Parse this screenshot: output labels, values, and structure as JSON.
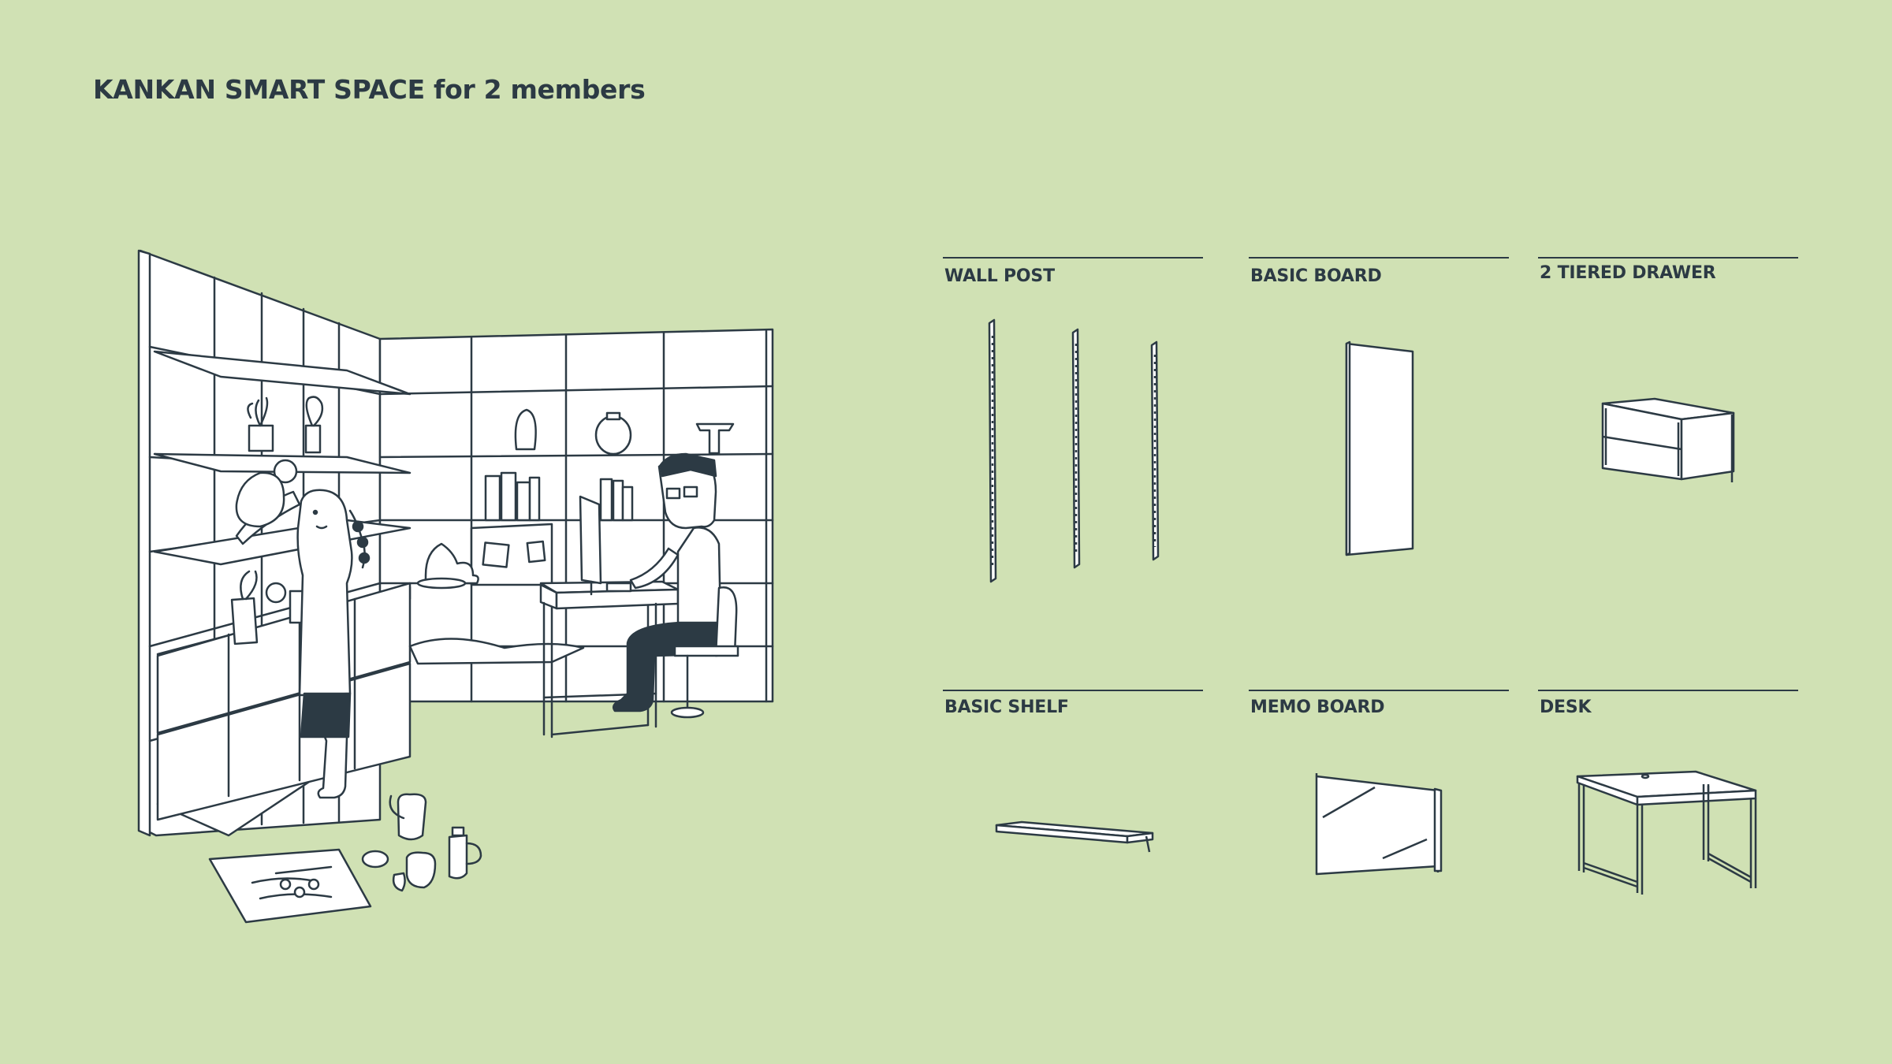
{
  "title": "KANKAN SMART SPACE for 2 members",
  "colors": {
    "background": "#d0e1b4",
    "ink": "#2c3a44",
    "fill": "#ffffff"
  },
  "parts": [
    {
      "label": "WALL POST"
    },
    {
      "label": "BASIC BOARD"
    },
    {
      "label": "2 TIERED DRAWER"
    },
    {
      "label": "BASIC SHELF"
    },
    {
      "label": "MEMO BOARD"
    },
    {
      "label": "DESK"
    }
  ]
}
